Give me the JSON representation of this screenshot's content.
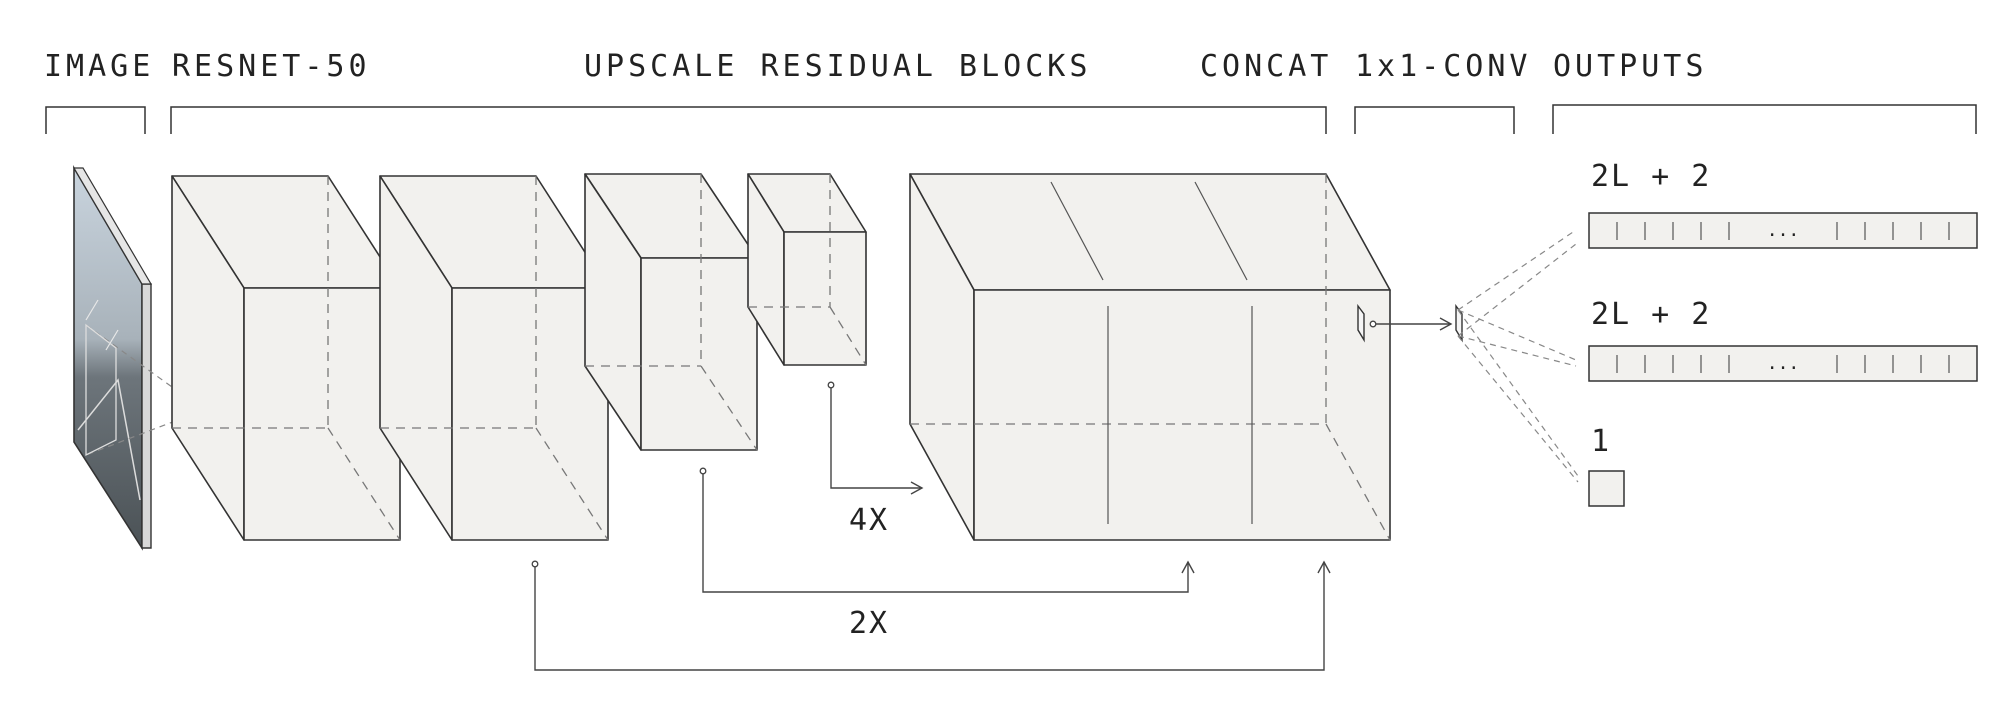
{
  "headers": {
    "image": "IMAGE",
    "resnet": "RESNET-50",
    "upscale": "UPSCALE RESIDUAL BLOCKS",
    "concat": "CONCAT",
    "conv": "1x1-CONV",
    "outputs": "OUTPUTS"
  },
  "scales": {
    "four": "4X",
    "two": "2X"
  },
  "outputs": [
    {
      "label": "2L + 2",
      "ellipsis": "..."
    },
    {
      "label": "2L + 2",
      "ellipsis": "..."
    },
    {
      "label": "1"
    }
  ],
  "colors": {
    "block_face": "#f2f1ee",
    "line": "#333333",
    "dashed": "#777777"
  }
}
